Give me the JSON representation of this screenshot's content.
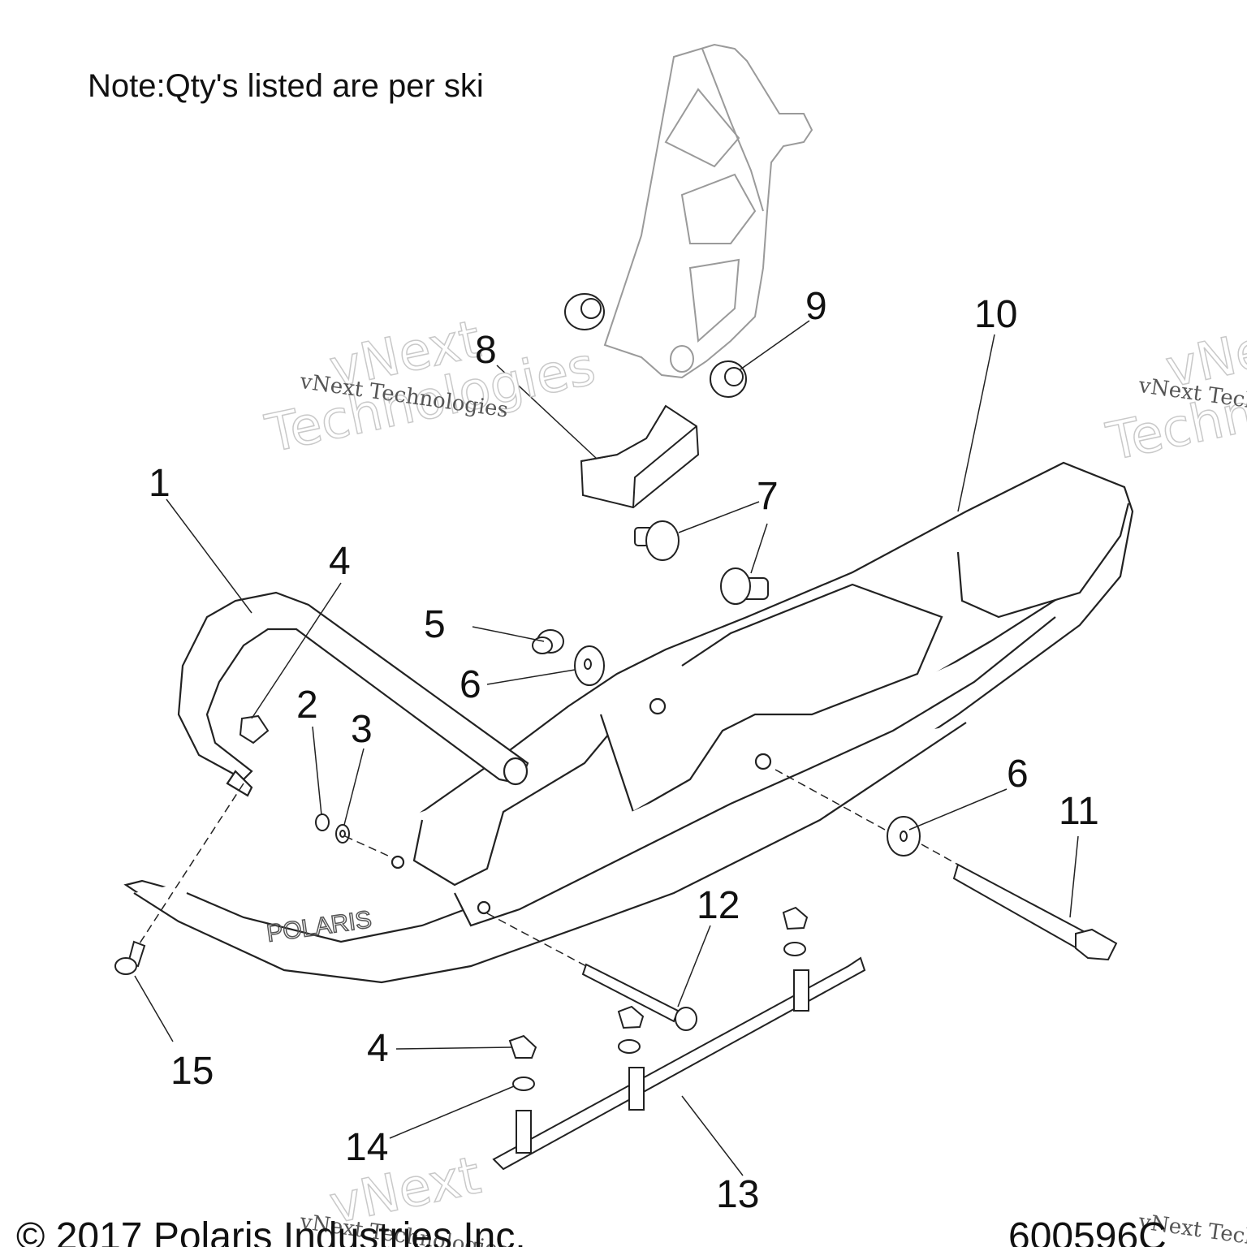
{
  "note": "Note:Qty's listed are per ski",
  "callouts": [
    {
      "id": "1",
      "label": "1"
    },
    {
      "id": "2",
      "label": "2"
    },
    {
      "id": "3",
      "label": "3"
    },
    {
      "id": "4a",
      "label": "4"
    },
    {
      "id": "4b",
      "label": "4"
    },
    {
      "id": "5",
      "label": "5"
    },
    {
      "id": "6a",
      "label": "6"
    },
    {
      "id": "6b",
      "label": "6"
    },
    {
      "id": "7",
      "label": "7"
    },
    {
      "id": "8",
      "label": "8"
    },
    {
      "id": "9",
      "label": "9"
    },
    {
      "id": "10",
      "label": "10"
    },
    {
      "id": "11",
      "label": "11"
    },
    {
      "id": "12",
      "label": "12"
    },
    {
      "id": "13",
      "label": "13"
    },
    {
      "id": "14",
      "label": "14"
    },
    {
      "id": "15",
      "label": "15"
    }
  ],
  "watermark": {
    "line1": "vNext",
    "line2": "Technologies",
    "small": "vNext Technologies"
  },
  "footer": {
    "copyright": "© 2017 Polaris Industries Inc.",
    "drawing_number": "600596C"
  },
  "colors": {
    "line": "#222222",
    "fill": "#ffffff",
    "ghost": "#9a9a9a",
    "watermark": "#c9c9c9"
  }
}
